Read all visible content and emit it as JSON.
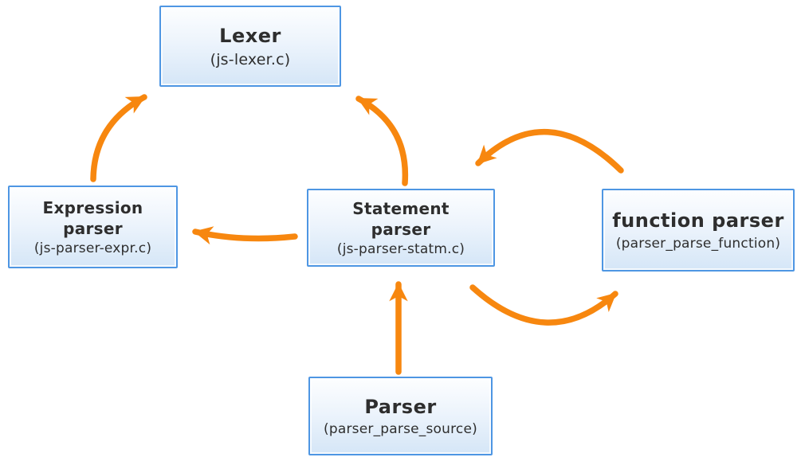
{
  "colors": {
    "arrow_orange": "#F7870F",
    "node_border_blue": "#4E96E3",
    "node_fill_top": "#FDFEFF",
    "node_fill_bottom": "#D5E6F7",
    "text": "#2E2E2E",
    "background": "#FFFFFF"
  },
  "nodes": {
    "lexer": {
      "title": "Lexer",
      "subtitle": "(js-lexer.c)"
    },
    "expression_parser": {
      "title_line1": "Expression",
      "title_line2": "parser",
      "subtitle": "(js-parser-expr.c)"
    },
    "statement_parser": {
      "title_line1": "Statement",
      "title_line2": "parser",
      "subtitle": "(js-parser-statm.c)"
    },
    "function_parser": {
      "title": "function parser",
      "subtitle": "(parser_parse_function)"
    },
    "parser": {
      "title": "Parser",
      "subtitle": "(parser_parse_source)"
    }
  },
  "edges": [
    {
      "from": "expression_parser",
      "to": "lexer"
    },
    {
      "from": "statement_parser",
      "to": "lexer"
    },
    {
      "from": "statement_parser",
      "to": "expression_parser"
    },
    {
      "from": "function_parser",
      "to": "statement_parser"
    },
    {
      "from": "statement_parser",
      "to": "function_parser"
    },
    {
      "from": "parser",
      "to": "statement_parser"
    }
  ]
}
